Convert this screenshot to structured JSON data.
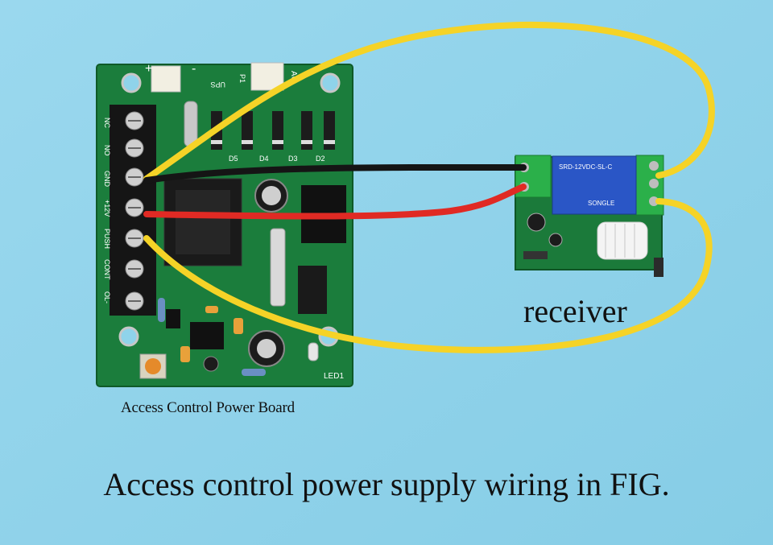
{
  "captions": {
    "board": "Access Control Power Board",
    "receiver": "receiver",
    "main": "Access control power supply wiring in FIG."
  },
  "board_labels": {
    "terminals": [
      "NC",
      "NO",
      "GND",
      "+12V",
      "PUSH",
      "CONT",
      "OL-"
    ],
    "plus": "+",
    "minus": "-",
    "ups": "UPS",
    "ac": "AC",
    "p1": "P1",
    "led": "LED1",
    "diodes": [
      "D5",
      "D4",
      "D3",
      "D2"
    ]
  },
  "relay_labels": {
    "model": "SRD-12VDC-SL-C",
    "brand": "SONGLE"
  },
  "colors": {
    "background": "#8fd3ea",
    "pcb": "#1a7a3a",
    "wire_yellow": "#f5d327",
    "wire_red": "#e02a24",
    "wire_black": "#151515",
    "relay": "#2a56c6",
    "terminal_block": "#2bb04a"
  }
}
